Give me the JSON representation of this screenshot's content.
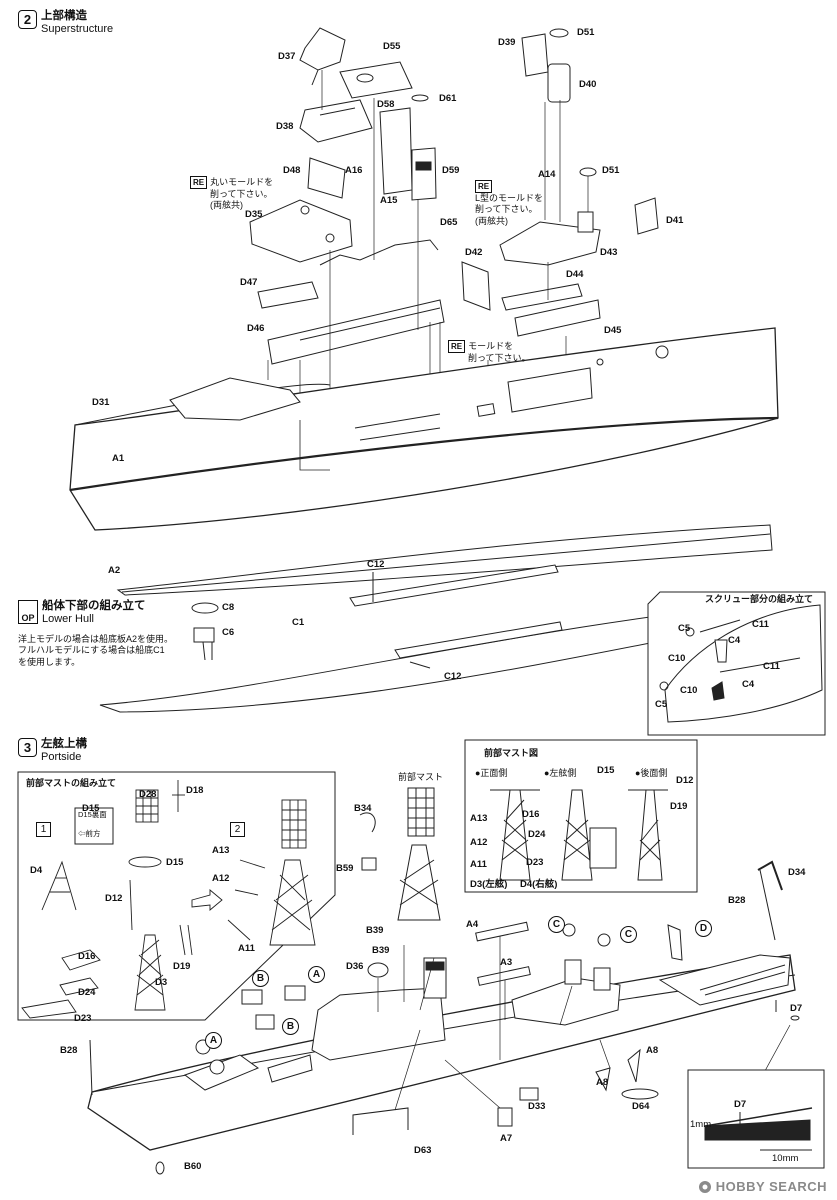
{
  "section2": {
    "number": "2",
    "title_jp": "上部構造",
    "title_en": "Superstructure"
  },
  "section3": {
    "number": "3",
    "title_jp": "左舷上構",
    "title_en": "Portside"
  },
  "lower_hull": {
    "badge": "OP",
    "title_jp": "船体下部の組み立て",
    "title_en": "Lower Hull",
    "note_lines": [
      "洋上モデルの場合は船底板A2を使用。",
      "フルハルモデルにする場合は船底C1",
      "を使用します。"
    ]
  },
  "re_notes": {
    "badge": "RE",
    "note1": [
      "丸いモールドを",
      "削って下さい。",
      "(両舷共)"
    ],
    "note2": [
      "L型のモールドを",
      "削って下さい。",
      "(両舷共)"
    ],
    "note3": [
      "モールドを",
      "削って下さい。"
    ]
  },
  "screw_box": {
    "title": "スクリュー部分の組み立て"
  },
  "mast_box": {
    "title": "前部マストの組み立て",
    "step1": "1",
    "step2": "2",
    "d15_note_top": "D15裏面",
    "d15_note_bottom": "⇦前方"
  },
  "mast_diagram": {
    "title": "前部マスト図",
    "front": "●正面側",
    "port": "●左舷側",
    "rear": "●後面側",
    "d3": "D3(左舷)",
    "d4": "D4(右舷)"
  },
  "front_mast_label": "前部マスト",
  "callouts": [
    "A",
    "B",
    "C",
    "D"
  ],
  "scale": {
    "mm1": "1mm",
    "mm10": "10mm"
  },
  "parts": {
    "D37": "D37",
    "D55": "D55",
    "D39": "D39",
    "D51": "D51",
    "D40": "D40",
    "D38": "D38",
    "D58": "D58",
    "D61": "D61",
    "D48": "D48",
    "A16": "A16",
    "D59": "D59",
    "A14": "A14",
    "D35": "D35",
    "A15": "A15",
    "D65": "D65",
    "D41": "D41",
    "D43": "D43",
    "D42": "D42",
    "D47": "D47",
    "D44": "D44",
    "D46": "D46",
    "D45": "D45",
    "D31": "D31",
    "A1": "A1",
    "A2": "A2",
    "C12": "C12",
    "C8": "C8",
    "C6": "C6",
    "C1": "C1",
    "C5": "C5",
    "C4": "C4",
    "C11": "C11",
    "C10": "C10",
    "D18": "D18",
    "D28": "D28",
    "D15": "D15",
    "D12": "D12",
    "D16": "D16",
    "D19": "D19",
    "D24": "D24",
    "D23": "D23",
    "D4": "D4",
    "D3": "D3",
    "A13": "A13",
    "A12": "A12",
    "A11": "A11",
    "B34": "B34",
    "B59": "B59",
    "B39": "B39",
    "A4": "A4",
    "A3": "A3",
    "D36": "D36",
    "D34": "D34",
    "B28": "B28",
    "D7": "D7",
    "A8": "A8",
    "D64": "D64",
    "D33": "D33",
    "A7": "A7",
    "D63": "D63",
    "B60": "B60"
  },
  "watermark": "HOBBY SEARCH"
}
